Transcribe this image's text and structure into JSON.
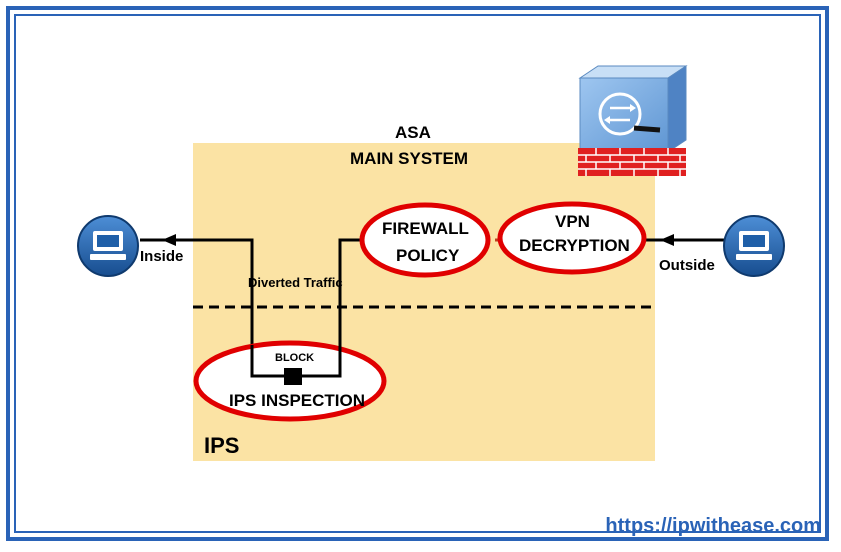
{
  "labels": {
    "asa": "ASA",
    "main_system": "MAIN SYSTEM",
    "firewall_line1": "FIREWALL",
    "firewall_line2": "POLICY",
    "vpn_line1": "VPN",
    "vpn_line2": "DECRYPTION",
    "inside": "Inside",
    "outside": "Outside",
    "diverted": "Diverted Traffic",
    "block": "BLOCK",
    "ips_inspection": "IPS INSPECTION",
    "ips": "IPS",
    "website": "https://ipwithease.com"
  },
  "colors": {
    "border": "#2a63b7",
    "zone": "#fbe3a4",
    "ellipse_stroke": "#e00000",
    "computer": "#1f5fa8",
    "firewall_brick": "#e02020"
  },
  "icons": [
    "computer-icon-inside",
    "computer-icon-outside",
    "asa-firewall-icon"
  ]
}
